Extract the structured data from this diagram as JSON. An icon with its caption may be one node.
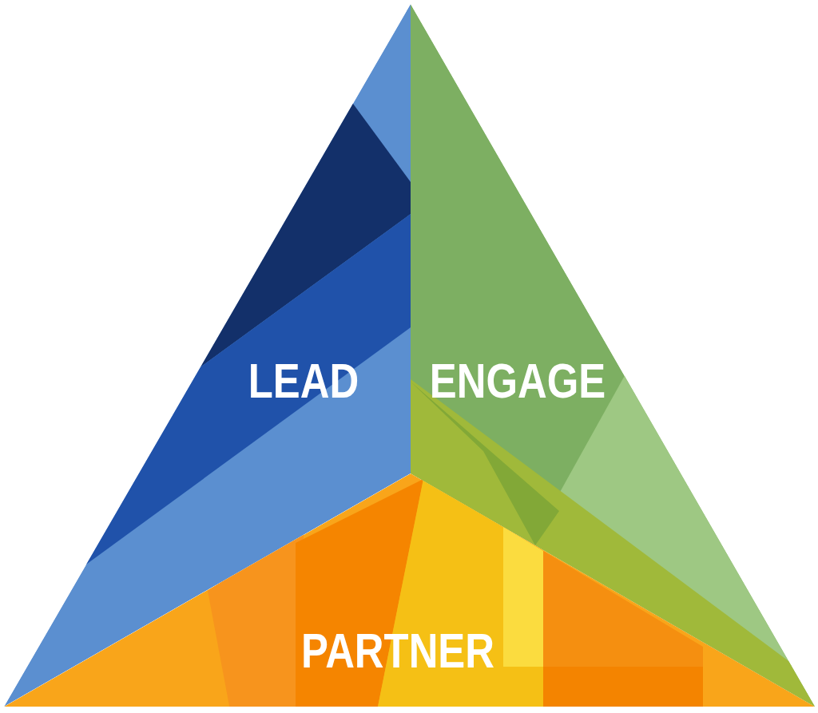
{
  "diagram": {
    "nodes": [
      {
        "text": [
          "LEAD"
        ]
      },
      {
        "text": [
          "ENGAGE"
        ]
      },
      {
        "text": [
          "PARTNER"
        ]
      }
    ]
  }
}
